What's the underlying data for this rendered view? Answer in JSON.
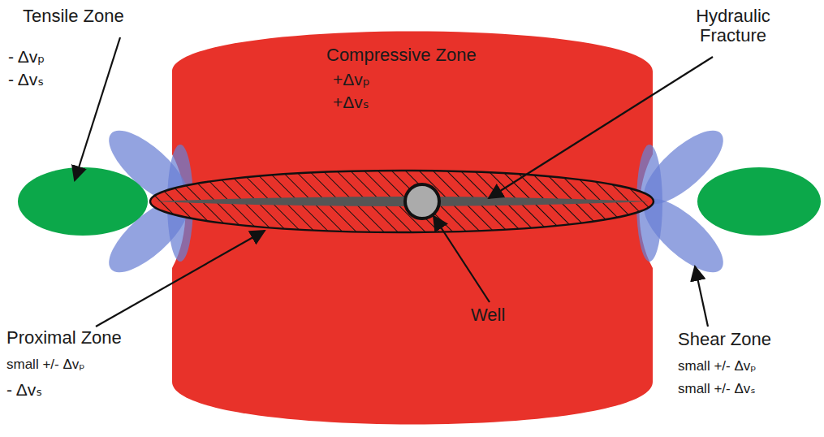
{
  "diagram": {
    "labels": [
      "Tensile Zone",
      "- Δvₚ",
      "- Δvₛ",
      "Compressive Zone",
      "+Δvₚ",
      "+Δvₛ",
      "Hydraulic Fracture",
      "Well",
      "Proximal Zone",
      "small +/- Δvₚ",
      "- Δvₛ",
      "Shear Zone",
      "small +/- Δvₚ",
      "small +/- Δvₛ"
    ]
  }
}
